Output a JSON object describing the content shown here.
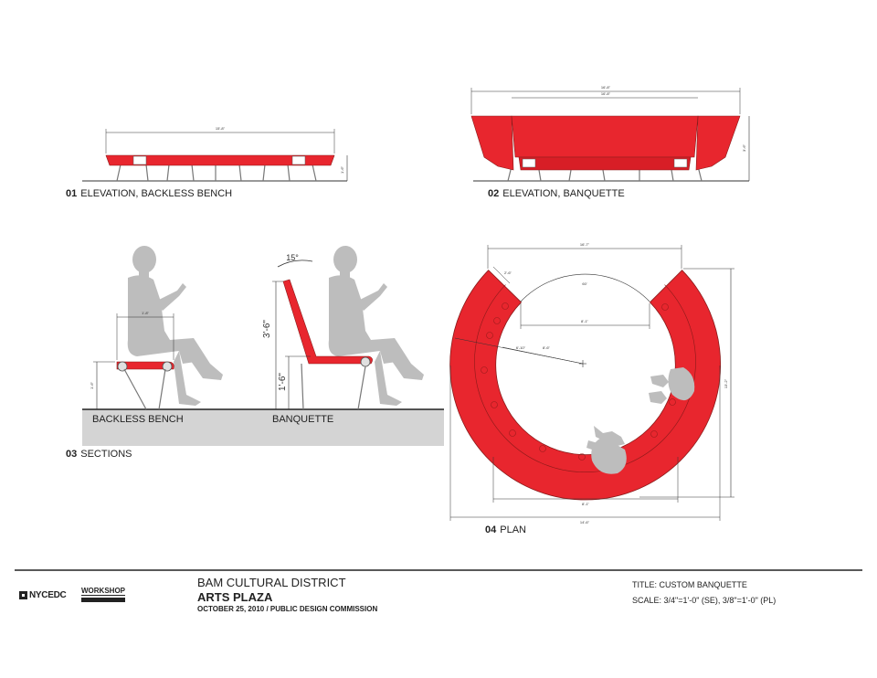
{
  "drawings": {
    "d01": {
      "number": "01",
      "title": "ELEVATION, BACKLESS BENCH",
      "dim_length": "15'-8\"",
      "dim_height": "1'-6\""
    },
    "d02": {
      "number": "02",
      "title": "ELEVATION, BANQUETTE",
      "dim_length_outer": "16'-8\"",
      "dim_length_inner": "16'-8\"",
      "dim_height": "3'-6\""
    },
    "d03": {
      "number": "03",
      "title": "SECTIONS",
      "label_bench": "BACKLESS BENCH",
      "label_banquette": "BANQUETTE",
      "dim_seat_depth": "1'-8\"",
      "dim_seat_height": "1'-6\"",
      "dim_back_height": "3'-6\"",
      "dim_seat_height_b": "1'-6\"",
      "angle": "15°"
    },
    "d04": {
      "number": "04",
      "title": "PLAN",
      "dim_top": "16'-7\"",
      "dim_opening": "8'-1\"",
      "dim_arc": "60'",
      "dim_radius_1": "8'-6\"",
      "dim_radius_2": "6'-10\"",
      "dim_end": "2'-6\"",
      "dim_inner_bottom": "8'-1\"",
      "dim_bottom": "14'-6\"",
      "dim_side": "13'-2\""
    }
  },
  "colors": {
    "accent": "#e8262e",
    "figure": "#bdbdbd",
    "ground": "#d4d4d4"
  },
  "titleblock": {
    "logo_nycedc": "NYCEDC",
    "logo_workshop": "WORKSHOP",
    "project_line1": "BAM CULTURAL DISTRICT",
    "project_line2": "ARTS PLAZA",
    "date_line": "OCTOBER 25, 2010 / PUBLIC DESIGN COMMISSION",
    "title_label": "TITLE:",
    "title_value": "CUSTOM BANQUETTE",
    "scale_label": "SCALE:",
    "scale_value": "3/4\"=1'-0\" (SE), 3/8\"=1'-0\" (PL)"
  }
}
